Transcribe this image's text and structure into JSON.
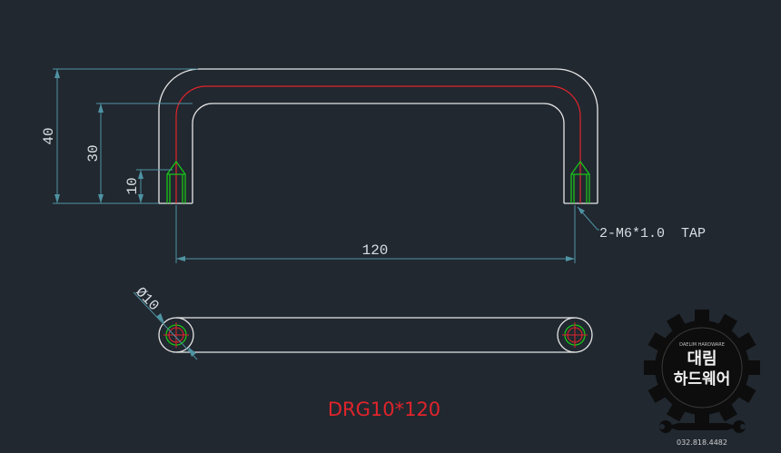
{
  "drawing": {
    "dims": {
      "height_total": "40",
      "height_inner": "30",
      "height_tap": "10",
      "span": "120",
      "diameter": "Ø10"
    },
    "callout": "2-M6*1.0  TAP",
    "part_name": "DRG10*120"
  },
  "logo": {
    "line1": "대림",
    "line2": "하드웨어",
    "small_top": "DAELIM HARDWARE",
    "small_bottom": "032.818.4482"
  },
  "colors": {
    "background": "#212830",
    "outline": "#e6e6e6",
    "centerline": "#e0242b",
    "thread": "#19c419",
    "dimension": "#4f93a3",
    "text": "#d8dde2",
    "title": "#e0242b",
    "logo": "#0d0d0d"
  }
}
